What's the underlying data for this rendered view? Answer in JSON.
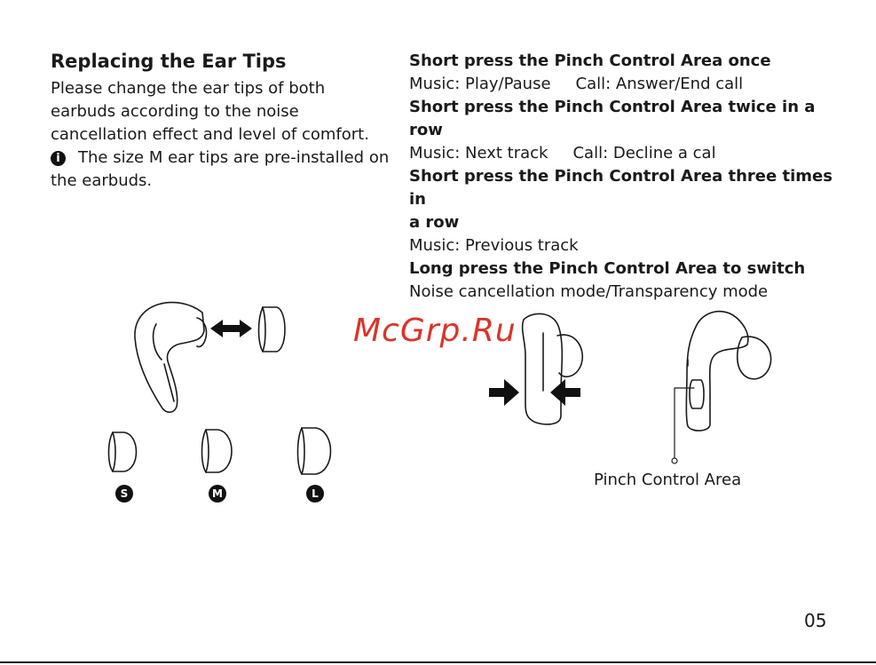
{
  "left": {
    "title": "Replacing the Ear Tips",
    "paragraph_line1": "Please change the ear tips of both",
    "paragraph_line2": "earbuds according to the noise",
    "paragraph_line3": "cancellation effect and level of comfort.",
    "note_line1": "The size M ear tips are pre-installed on",
    "note_line2": "the earbuds."
  },
  "right": {
    "once_heading": "Short press the Pinch Control Area once",
    "once_music": "Music: Play/Pause",
    "once_call": "Call: Answer/End call",
    "twice_heading": "Short press the Pinch Control Area twice in a row",
    "twice_music": "Music: Next track",
    "twice_call": "Call: Decline a cal",
    "three_heading_line1": "Short press the Pinch Control Area three times in",
    "three_heading_line2": "a row",
    "three_music": "Music: Previous track",
    "long_heading": "Long press the Pinch Control Area to switch",
    "long_desc": "Noise cancellation mode/Transparency mode"
  },
  "sizes": {
    "small": "S",
    "medium": "M",
    "large": "L"
  },
  "pinch_label": "Pinch Control Area",
  "watermark": "McGrp.Ru",
  "page_number": "05"
}
